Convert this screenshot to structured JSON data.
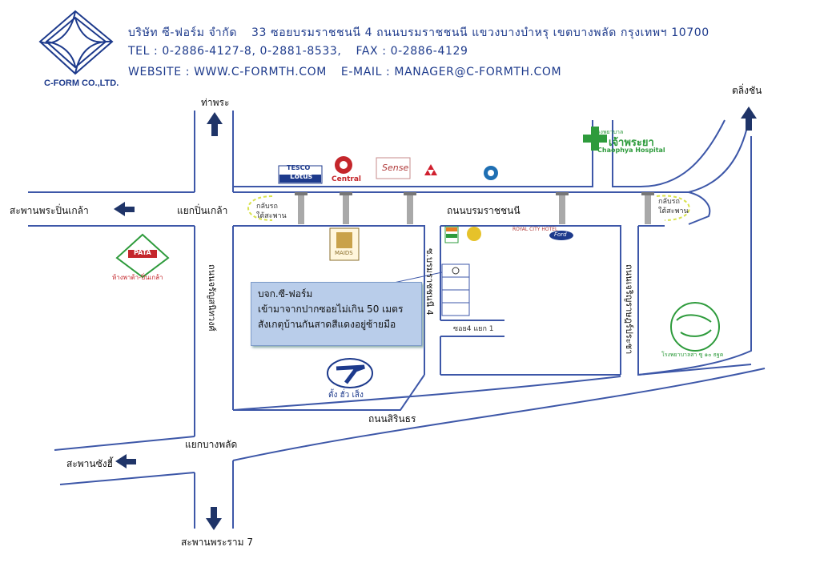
{
  "company": {
    "logo_text": "C-FORM CO.,LTD.",
    "line1_name": "บริษัท ซี-ฟอร์ม จำกัด",
    "line1_address": "33 ซอยบรมราชชนนี 4 ถนนบรมราชชนนี แขวงบางบำหรุ เขตบางพลัด กรุงเทพฯ 10700",
    "tel": "TEL : 0-2886-4127-8, 0-2881-8533,",
    "fax": "FAX : 0-2886-4129",
    "website": "WEBSITE : WWW.C-FORMTH.COM",
    "email": "E-MAIL : MANAGER@C-FORMTH.COM"
  },
  "places": {
    "tha_phra": "ท่าพระ",
    "taling_chan": "ตลิ่งชัน",
    "pinklao_bridge": "สะพานพระปิ่นเกล้า",
    "pinklao_junction": "แยกปิ่นเกล้า",
    "uturn_left": [
      "กลับรถ",
      "ใต้สะพาน"
    ],
    "uturn_right": [
      "กลับรถ",
      "ใต้สะพาน"
    ],
    "borommaratchachonnani_road": "ถนนบรมราชชนนี",
    "charansanitwong_road": "ถนนจรัญสนิทวงศ์",
    "soi_borom_4": "ซ.บรมราชชนนี 4",
    "soi4_yaek1": "ซอย4 แยก 1",
    "charoen_rat_pracha_road": "ถนนเจริญราษฎร์ประชา",
    "sirindhorn_road": "ถนนสิรินธร",
    "bang_phlat_junction": "แยกบางพลัด",
    "krungthon_bridge": "สะพานซังฮี้",
    "rama7_bridge": "สะพานพระราม 7"
  },
  "landmarks": {
    "tesco_top": "TESCO",
    "tesco_bottom": "Lotus",
    "central": "Central",
    "sense": "Sense",
    "chaophya_th": "เจ้าพระยา",
    "chaophya_small": "โรงพยาบาล",
    "chaophya_en": "Chaophya Hospital",
    "maids": "MAIDS",
    "royal_city": "ROYAL CITY HOTEL",
    "ford": "Ford",
    "pata": "PATA",
    "pata_sub": "ห้างพาต้า-ปิ่นเกล้า",
    "tuaguan": "ตั้ง ฮั่ว เส็ง",
    "school": "โรงพยาบาลสา ซู ๑๐ ธฐค"
  },
  "callout": {
    "line1": "บจก.ซี-ฟอร์ม",
    "line2": "เข้ามาจากปากซอยไม่เกิน 50 เมตร",
    "line3": "สังเกตุบ้านกันสาดสีแดงอยู่ซ้ายมือ"
  },
  "colors": {
    "road": "#3d57a8",
    "header": "#1d3a8c",
    "arrow": "#1f3468",
    "pillar": "#a9a9a9",
    "callout_bg": "#b9cdea",
    "uturn": "#d8e24a",
    "hospital_green": "#2e9b3c",
    "central_red": "#c4262b"
  },
  "icons": [
    "c-form-diamond-logo",
    "arrow-up",
    "arrow-left",
    "arrow-down",
    "hospital-cross"
  ]
}
